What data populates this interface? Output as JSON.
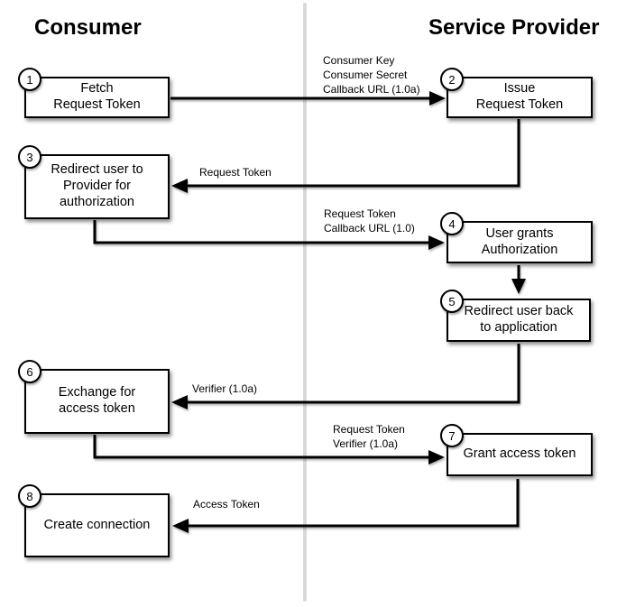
{
  "diagram": {
    "columns": {
      "left": "Consumer",
      "right": "Service Provider"
    },
    "steps": [
      {
        "num": "1",
        "column": "consumer",
        "label": "Fetch\nRequest Token"
      },
      {
        "num": "2",
        "column": "service_provider",
        "label": "Issue\nRequest Token"
      },
      {
        "num": "3",
        "column": "consumer",
        "label": "Redirect user to\nProvider for\nauthorization"
      },
      {
        "num": "4",
        "column": "service_provider",
        "label": "User grants\nAuthorization"
      },
      {
        "num": "5",
        "column": "service_provider",
        "label": "Redirect user back\nto application"
      },
      {
        "num": "6",
        "column": "consumer",
        "label": "Exchange for\naccess token"
      },
      {
        "num": "7",
        "column": "service_provider",
        "label": "Grant access token"
      },
      {
        "num": "8",
        "column": "consumer",
        "label": "Create connection"
      }
    ],
    "arrows": [
      {
        "from": "1",
        "to": "2",
        "label": "Consumer Key\nConsumer Secret\nCallback URL (1.0a)"
      },
      {
        "from": "2",
        "to": "3",
        "label": "Request Token"
      },
      {
        "from": "3",
        "to": "4",
        "label": "Request Token\nCallback URL (1.0)"
      },
      {
        "from": "4",
        "to": "5",
        "label": ""
      },
      {
        "from": "5",
        "to": "6",
        "label": "Verifier (1.0a)"
      },
      {
        "from": "6",
        "to": "7",
        "label": "Request Token\nVerifier (1.0a)"
      },
      {
        "from": "7",
        "to": "8",
        "label": "Access Token"
      }
    ],
    "colors": {
      "line": "#000000",
      "box_fill": "#ffffff",
      "box_border": "#000000",
      "divider": "#d9d9d9",
      "text": "#000000"
    }
  }
}
